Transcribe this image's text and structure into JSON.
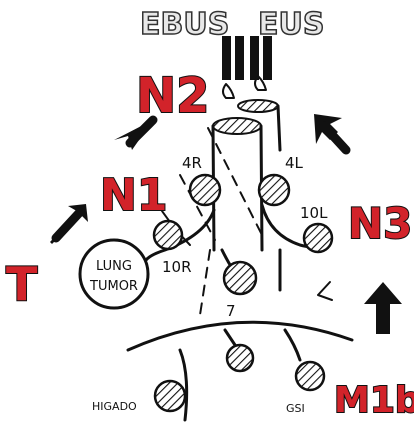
{
  "scope_labels": {
    "ebus": "EBUS",
    "eus": "EUS"
  },
  "stage_labels": {
    "n2": "N2",
    "n1": "N1",
    "n3": "N3",
    "t": "T",
    "m1b": "M1b"
  },
  "node_labels": {
    "n4r": "4R",
    "n4l": "4L",
    "n10l": "10L",
    "n10r": "10R",
    "n7": "7"
  },
  "tumor_label": {
    "line1": "LUNG",
    "line2": "TUMOR"
  },
  "organ_labels": {
    "liver": "HIGADO",
    "adrenal": "GSI"
  },
  "colors": {
    "stage_red": "#d2232a",
    "ink": "#111111"
  }
}
